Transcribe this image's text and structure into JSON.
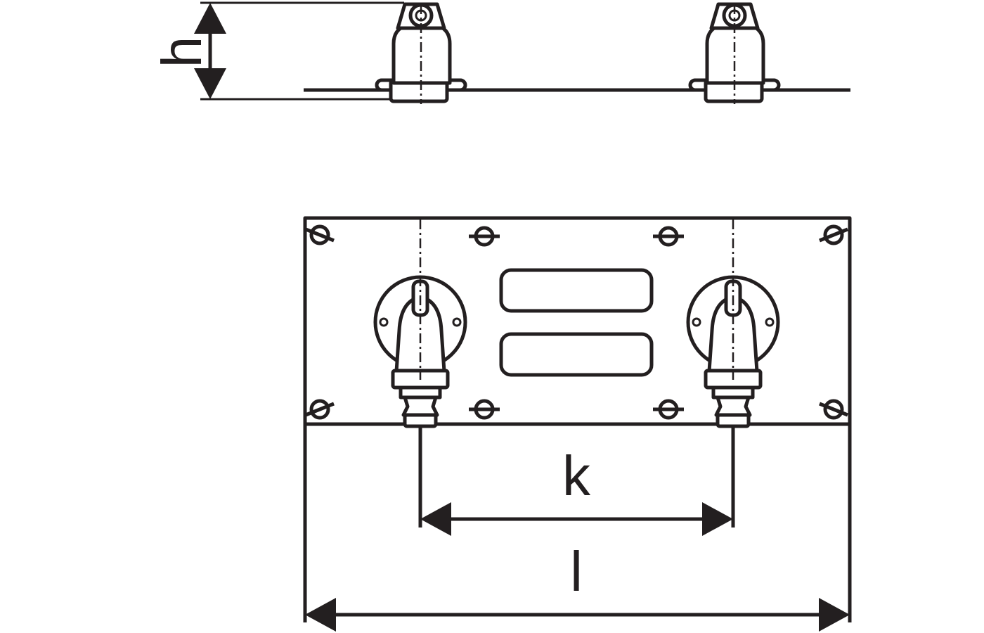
{
  "diagram": {
    "dimension_labels": {
      "height": "h",
      "axis_spacing": "k",
      "overall_length": "l"
    },
    "line_color": "#231f20",
    "background_color": "#ffffff"
  }
}
